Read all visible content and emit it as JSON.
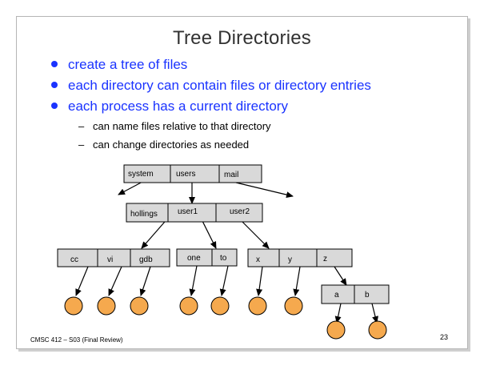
{
  "slide": {
    "title": "Tree Directories",
    "bullets": [
      "create a tree of files",
      "each directory can contain files or directory entries",
      "each process has a current directory"
    ],
    "sub_bullets": [
      "can name files relative to that directory",
      "can change directories as needed"
    ],
    "footer_left": "CMSC 412 – S03  (Final Review)",
    "page_number": "23"
  },
  "diagram": {
    "root_dir": [
      "system",
      "users",
      "mail"
    ],
    "users_dir": [
      "hollings",
      "user1",
      "user2"
    ],
    "hollings_dir": [
      "cc",
      "vi",
      "gdb"
    ],
    "user1_dir": [
      "one",
      "to"
    ],
    "user2_dir": [
      "x",
      "y",
      "z"
    ],
    "z_dir": [
      "a",
      "b"
    ]
  },
  "colors": {
    "bullet_text": "#1a33ff",
    "box_fill": "#d9d9d9",
    "file_node": "#f5a94e"
  }
}
